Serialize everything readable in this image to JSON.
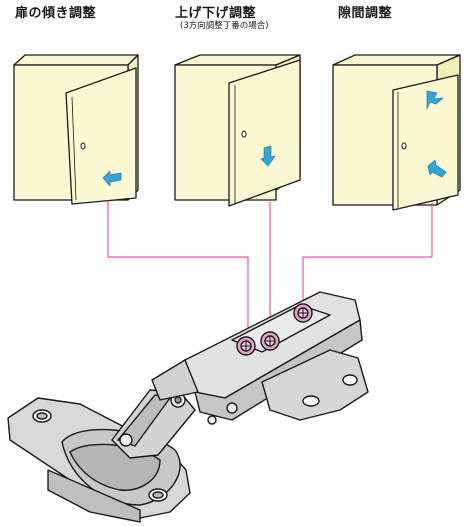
{
  "titles": {
    "tilt": "扉の傾き調整",
    "height": "上げ下げ調整",
    "height_note": "(3方向調整丁番の場合)",
    "gap": "隙間調整"
  },
  "colors": {
    "cabinet_fill": "#fcf8d2",
    "cabinet_side": "#f3edb6",
    "arrow": "#33a6d9",
    "leader": "#e0308f",
    "screw_hl": "#e8a6c6",
    "hinge": "#dcdcdc"
  },
  "icons": [
    "left-arrow-icon",
    "down-arrow-icon",
    "right-arrow-icon",
    "left-arrow-icon"
  ]
}
